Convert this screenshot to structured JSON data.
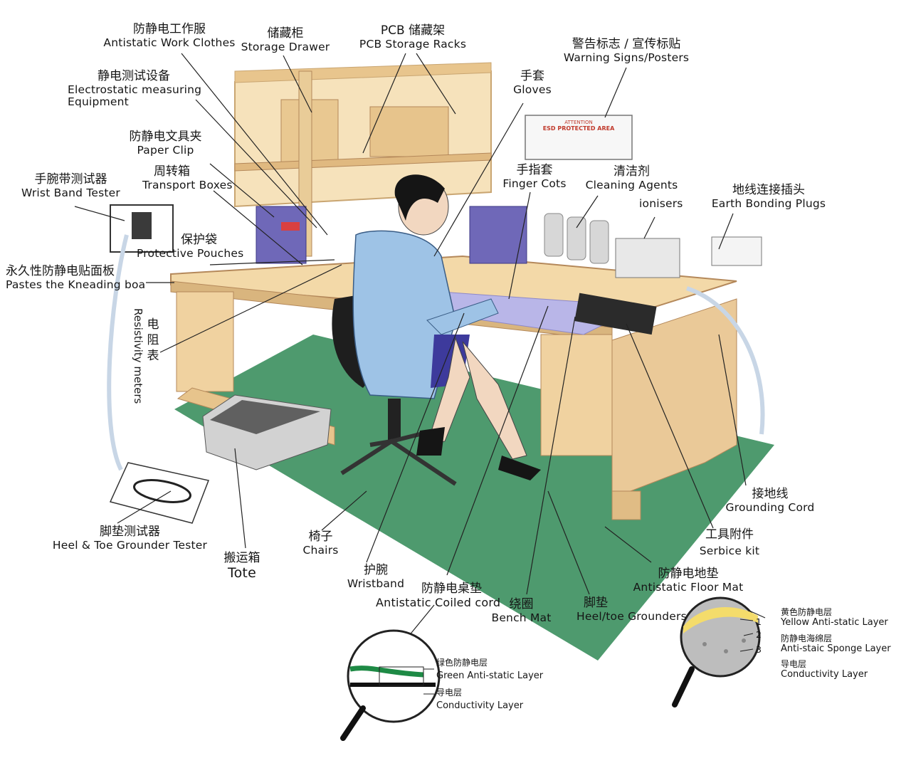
{
  "labels": {
    "work_clothes": {
      "zh": "防静电工作服",
      "en": "Antistatic Work Clothes"
    },
    "storage_drawer": {
      "zh": "储藏柜",
      "en": "Storage Drawer"
    },
    "pcb_racks": {
      "zh": "PCB 储藏架",
      "en": "PCB Storage Racks"
    },
    "warning_signs": {
      "zh": "警告标志 / 宣传标贴",
      "en": "Warning Signs/Posters"
    },
    "measuring": {
      "zh": "静电测试设备",
      "en1": "Electrostatic measuring",
      "en2": "Equipment"
    },
    "gloves": {
      "zh": "手套",
      "en": "Gloves"
    },
    "paper_clip": {
      "zh": "防静电文具夹",
      "en": "Paper Clip"
    },
    "transport_boxes": {
      "zh": "周转箱",
      "en": "Transport Boxes"
    },
    "wrist_tester": {
      "zh": "手腕带测试器",
      "en": "Wrist Band Tester"
    },
    "finger_cots": {
      "zh": "手指套",
      "en": "Finger Cots"
    },
    "cleaning": {
      "zh": "清洁剂",
      "en": "Cleaning Agents"
    },
    "ionisers": {
      "en": "ionisers"
    },
    "earth_plugs": {
      "zh": "地线连接插头",
      "en": "Earth Bonding Plugs"
    },
    "pouches": {
      "zh": "保护袋",
      "en": "Protective Pouches"
    },
    "kneading_board": {
      "zh": "永久性防静电贴面板",
      "en": "Pastes the Kneading boa"
    },
    "resistivity": {
      "zh": "电阻表",
      "en": "Resistivity meters"
    },
    "grounding_cord": {
      "zh": "接地线",
      "en": "Grounding Cord"
    },
    "service_kit": {
      "zh": "工具附件",
      "en": "Serbice kit"
    },
    "heel_tester": {
      "zh": "脚垫测试器",
      "en": "Heel &  Toe Grounder Tester"
    },
    "tote": {
      "zh": "搬运箱",
      "en": "Tote"
    },
    "chairs": {
      "zh": "椅子",
      "en": "Chairs"
    },
    "wristband": {
      "zh": "护腕",
      "en": "Wristband"
    },
    "bench_mat": {
      "zh": "防静电桌垫",
      "en": "Antistatic Coiled cord"
    },
    "coil": {
      "zh": "绕圈",
      "en": "Bench Mat"
    },
    "heel_grounders": {
      "zh": "脚垫",
      "en": "Heel/toe Grounders"
    },
    "floor_mat": {
      "zh": "防静电地垫",
      "en": "Antistatic Floor Mat"
    }
  },
  "bench_layers": {
    "green": {
      "zh": "绿色防静电层",
      "en": "Green Anti-static Layer"
    },
    "conductive": {
      "zh": "导电层",
      "en": "Conductivity Layer"
    }
  },
  "floor_layers": {
    "n1": "1",
    "n2": "2",
    "n3": "3",
    "yellow": {
      "zh": "黄色防静电层",
      "en": "Yellow Anti-static Layer"
    },
    "sponge": {
      "zh": "防静电海绵层",
      "en": "Anti-staic Sponge Layer"
    },
    "conductive": {
      "zh": "导电层",
      "en": "Conductivity Layer"
    }
  },
  "sign": {
    "line1": "ATTENTION",
    "line2": "ESD PROTECTED AREA"
  },
  "colors": {
    "floor": "#4e9a6e",
    "wood": "#f3d9a8",
    "wood_dark": "#d9b57e",
    "suit": "#9ec3e6",
    "binder": "#6f68b8",
    "mat": "#b9b6e8"
  }
}
